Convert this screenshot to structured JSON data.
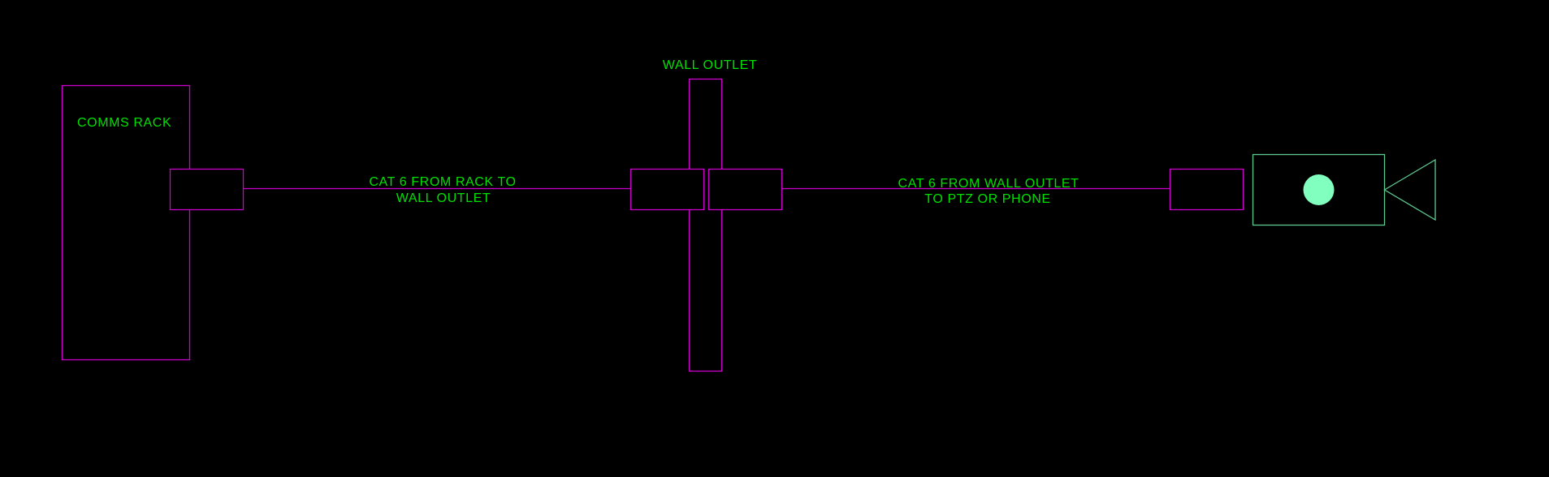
{
  "colors": {
    "background": "#000000",
    "cable": "#cc00cc",
    "label": "#00e000",
    "camera_stroke": "#5fc88f",
    "camera_lens": "#80ffbf"
  },
  "labels": {
    "comms_rack": "COMMS RACK",
    "wall_outlet": "WALL OUTLET",
    "cable1_line1": "CAT 6 FROM RACK TO",
    "cable1_line2": "WALL OUTLET",
    "cable2_line1": "CAT 6 FROM WALL OUTLET",
    "cable2_line2": "TO PTZ OR PHONE"
  },
  "components": [
    {
      "id": "comms-rack",
      "type": "rack"
    },
    {
      "id": "rack-port",
      "type": "port"
    },
    {
      "id": "cable-rack-to-outlet",
      "type": "cable",
      "spec": "CAT 6"
    },
    {
      "id": "wall-outlet-plate",
      "type": "wall-outlet"
    },
    {
      "id": "outlet-jack-left",
      "type": "port"
    },
    {
      "id": "outlet-jack-right",
      "type": "port"
    },
    {
      "id": "cable-outlet-to-device",
      "type": "cable",
      "spec": "CAT 6"
    },
    {
      "id": "device-port",
      "type": "port"
    },
    {
      "id": "ptz-camera",
      "type": "camera-icon"
    }
  ]
}
